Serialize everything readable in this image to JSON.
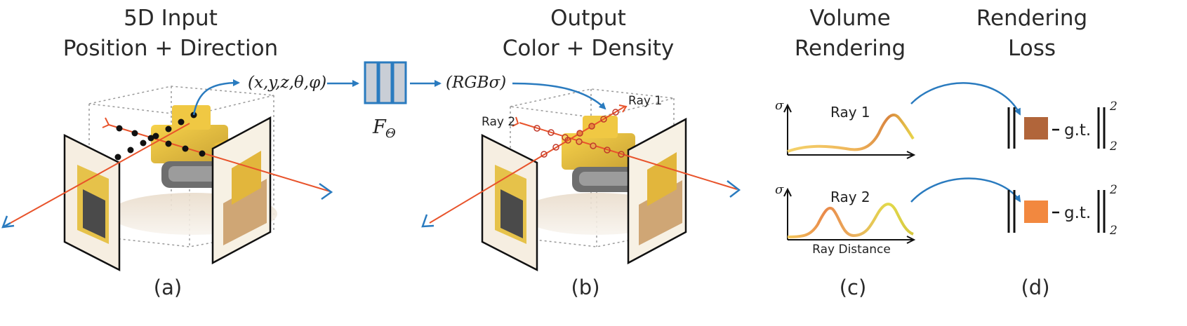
{
  "panel_a": {
    "title_line1": "5D Input",
    "title_line2": "Position + Direction",
    "input_label": "(x,y,z,θ,φ)",
    "caption": "(a)"
  },
  "network": {
    "label": "F",
    "subscript": "Θ"
  },
  "panel_b": {
    "title_line1": "Output",
    "title_line2": "Color + Density",
    "output_label": "(RGBσ)",
    "ray1": "Ray 1",
    "ray2": "Ray 2",
    "caption": "(b)"
  },
  "panel_c": {
    "title_line1": "Volume",
    "title_line2": "Rendering",
    "sigma_symbol": "σ",
    "plot1_label": "Ray 1",
    "plot2_label": "Ray 2",
    "x_axis_label": "Ray Distance",
    "caption": "(c)"
  },
  "panel_d": {
    "title_line1": "Rendering",
    "title_line2": "Loss",
    "gt_label": "g.t.",
    "exponent": "2",
    "subscript": "2",
    "swatch1_color": "#b1653a",
    "swatch2_color": "#f2883f",
    "caption": "(d)"
  },
  "colors": {
    "arrow_blue": "#2a7bbf",
    "ray_orange": "#e8532b",
    "network_fill": "#c9ced6",
    "network_stroke": "#2a7bbf"
  }
}
